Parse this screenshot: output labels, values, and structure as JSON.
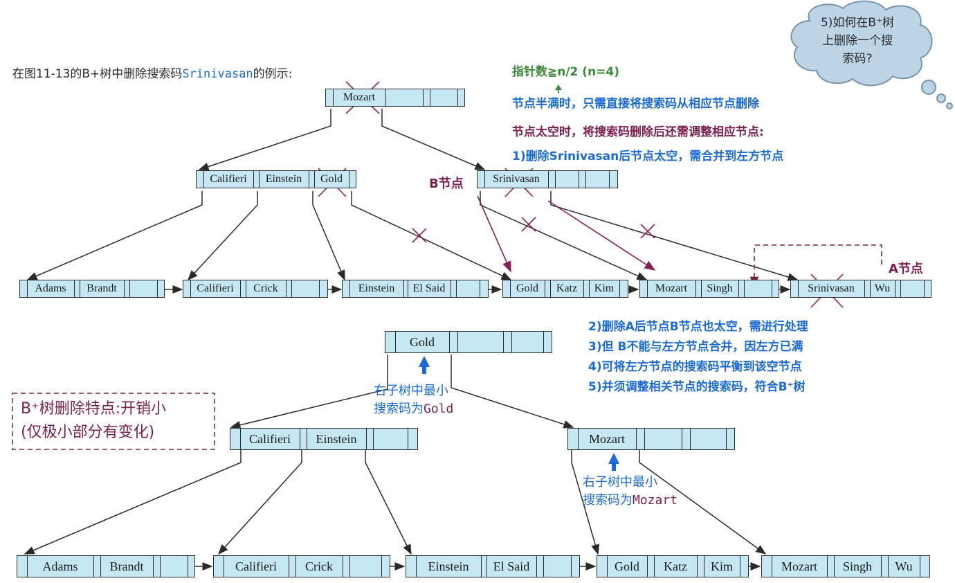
{
  "title": {
    "prefix": "在图11-13的B+树中删除搜索码",
    "key": "Srinivasan",
    "suffix": "的例示:"
  },
  "pointer_note": "指针数≧n/2 (n=4)",
  "half_full_note": "节点半满时，只需直接将搜索码从相应节点删除",
  "too_empty_note": "节点太空时，将搜索码删除后还需调整相应节点:",
  "step1": "1)删除Srinivasan后节点太空，需合并到左方节点",
  "cloud": {
    "line1": "5)如何在B⁺树",
    "line2": "上删除一个搜",
    "line3": "索码?"
  },
  "b_node_label": "B节点",
  "a_node_label": "A节点",
  "steps": [
    "2)删除A后节点B节点也太空，需进行处理",
    "3)但 B不能与左方节点合并，因左方已满",
    "4)可将左方节点的搜索码平衡到该空节点",
    "5)并须调整相关节点的搜索码，符合B⁺树"
  ],
  "annot_gold": {
    "line1": "右子树中最小",
    "line2_prefix": "搜索码为",
    "line2_key": "Gold"
  },
  "annot_mozart": {
    "line1": "右子树中最小",
    "line2_prefix": "搜索码为",
    "line2_key": "Mozart"
  },
  "summary": {
    "line1": "B⁺树删除特点:开销小",
    "line2": "(仅极小部分有变化)"
  },
  "before": {
    "root": [
      "Mozart"
    ],
    "internal_left": [
      "Califieri",
      "Einstein",
      "Gold"
    ],
    "internal_right": [
      "Srinivasan"
    ],
    "leaves": [
      [
        "Adams",
        "Brandt"
      ],
      [
        "Califieri",
        "Crick"
      ],
      [
        "Einstein",
        "El Said"
      ],
      [
        "Gold",
        "Katz",
        "Kim"
      ],
      [
        "Mozart",
        "Singh"
      ],
      [
        "Srinivasan",
        "Wu"
      ]
    ]
  },
  "after": {
    "root": [
      "Gold"
    ],
    "internal_left": [
      "Califieri",
      "Einstein"
    ],
    "internal_right": [
      "Mozart"
    ],
    "leaves": [
      [
        "Adams",
        "Brandt"
      ],
      [
        "Califieri",
        "Crick"
      ],
      [
        "Einstein",
        "El Said"
      ],
      [
        "Gold",
        "Katz",
        "Kim"
      ],
      [
        "Mozart",
        "Singh",
        "Wu"
      ]
    ]
  },
  "colors": {
    "node_fill": "#c5e6f3",
    "blue_text": "#1a6ad8",
    "purple_text": "#7a1f4e",
    "green_text": "#3a8a3a",
    "cross": "#8a1f55"
  }
}
